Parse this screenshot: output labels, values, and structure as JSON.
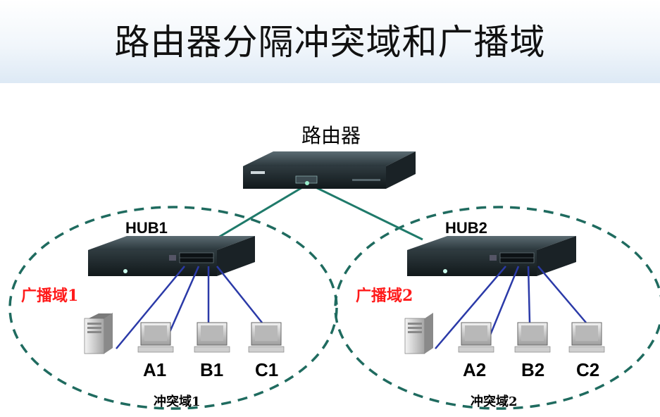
{
  "title": "路由器分隔冲突域和广播域",
  "router": {
    "label": "路由器"
  },
  "hubs": [
    {
      "label": "HUB1",
      "broadcast_domain": "广播域1",
      "collision_domain": "冲突域1",
      "hosts": [
        "A1",
        "B1",
        "C1"
      ]
    },
    {
      "label": "HUB2",
      "broadcast_domain": "广播域2",
      "collision_domain": "冲突域2",
      "hosts": [
        "A2",
        "B2",
        "C2"
      ]
    }
  ],
  "colors": {
    "title": "#111111",
    "broadcast_label": "#ff1a1a",
    "domain_ellipse": "#1f6b5f",
    "router_uplink": "#1f7a6a",
    "host_link": "#2b3aa8",
    "device_body": "#2e3a3f"
  }
}
